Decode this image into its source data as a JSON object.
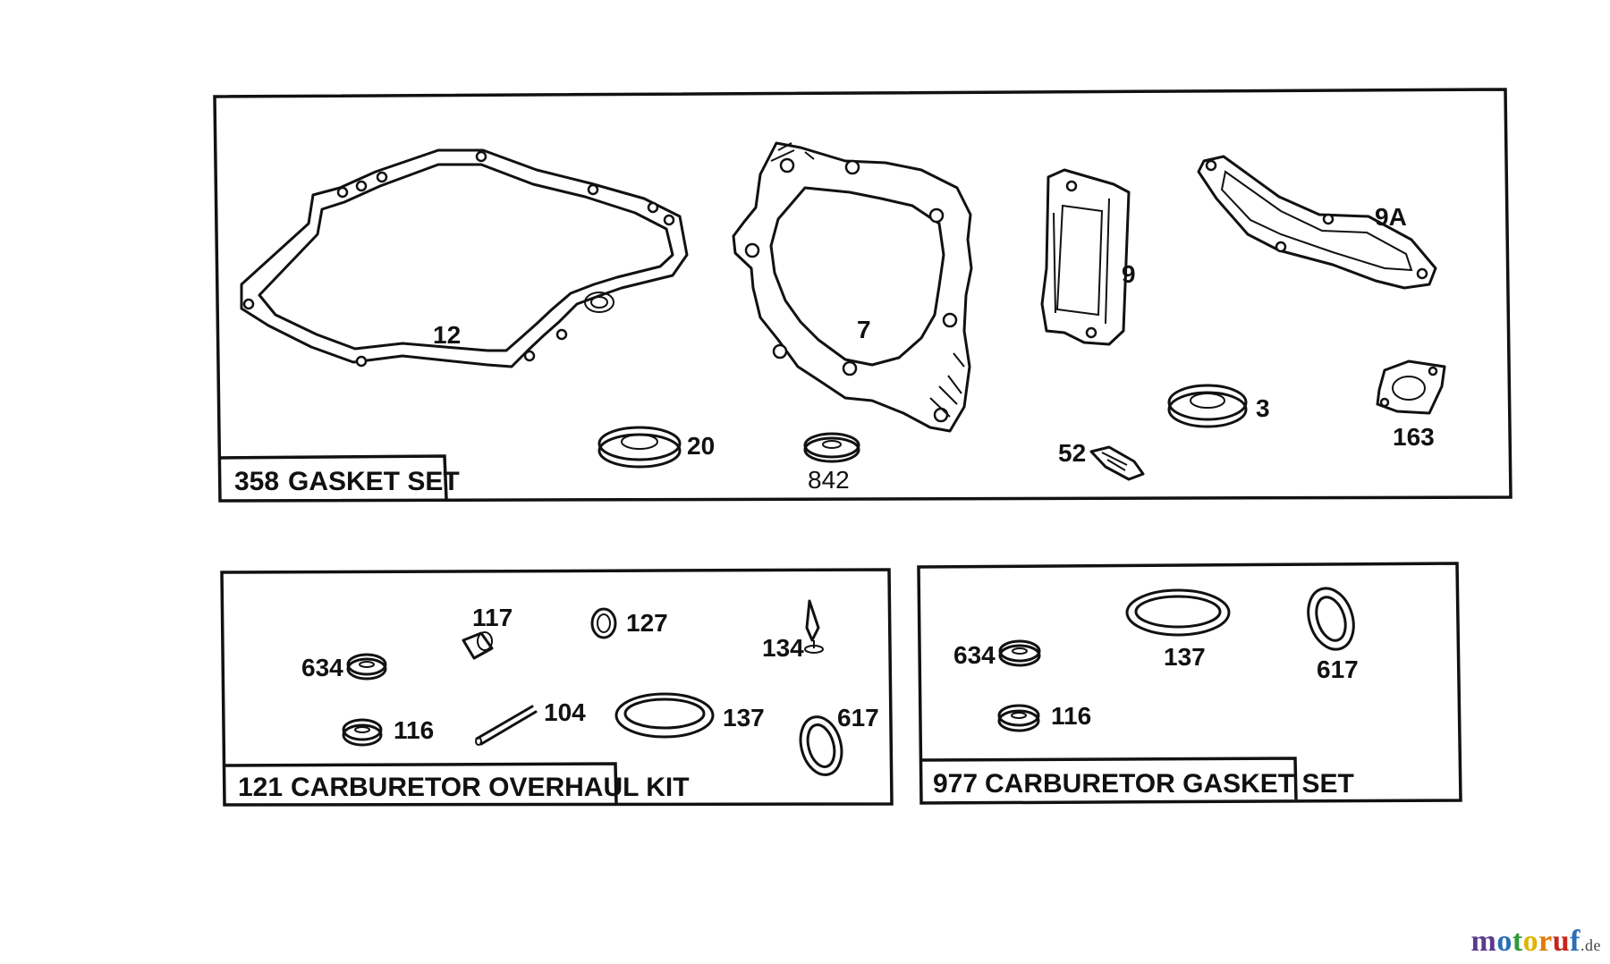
{
  "kits": {
    "gasket_set": {
      "number": "358",
      "name": "GASKET SET"
    },
    "carb_overhaul": {
      "number": "121",
      "name": "CARBURETOR OVERHAUL KIT"
    },
    "carb_gasket": {
      "number": "977",
      "name": "CARBURETOR GASKET SET"
    }
  },
  "parts": {
    "p12": "12",
    "p7": "7",
    "p9": "9",
    "p9a": "9A",
    "p20": "20",
    "p842": "842",
    "p52": "52",
    "p3": "3",
    "p163": "163",
    "c117": "117",
    "c127": "127",
    "c134": "134",
    "c634": "634",
    "c116": "116",
    "c104": "104",
    "c137": "137",
    "c617": "617",
    "g634": "634",
    "g137": "137",
    "g617": "617",
    "g116": "116"
  },
  "watermark": {
    "letters": [
      {
        "ch": "m",
        "color": "#5b3a8e"
      },
      {
        "ch": "o",
        "color": "#2a6fb5"
      },
      {
        "ch": "t",
        "color": "#2f9a3c"
      },
      {
        "ch": "o",
        "color": "#e0b400"
      },
      {
        "ch": "r",
        "color": "#e07b00"
      },
      {
        "ch": "u",
        "color": "#c4261d"
      },
      {
        "ch": "f",
        "color": "#2a6fb5"
      }
    ],
    "tld": ".de"
  }
}
